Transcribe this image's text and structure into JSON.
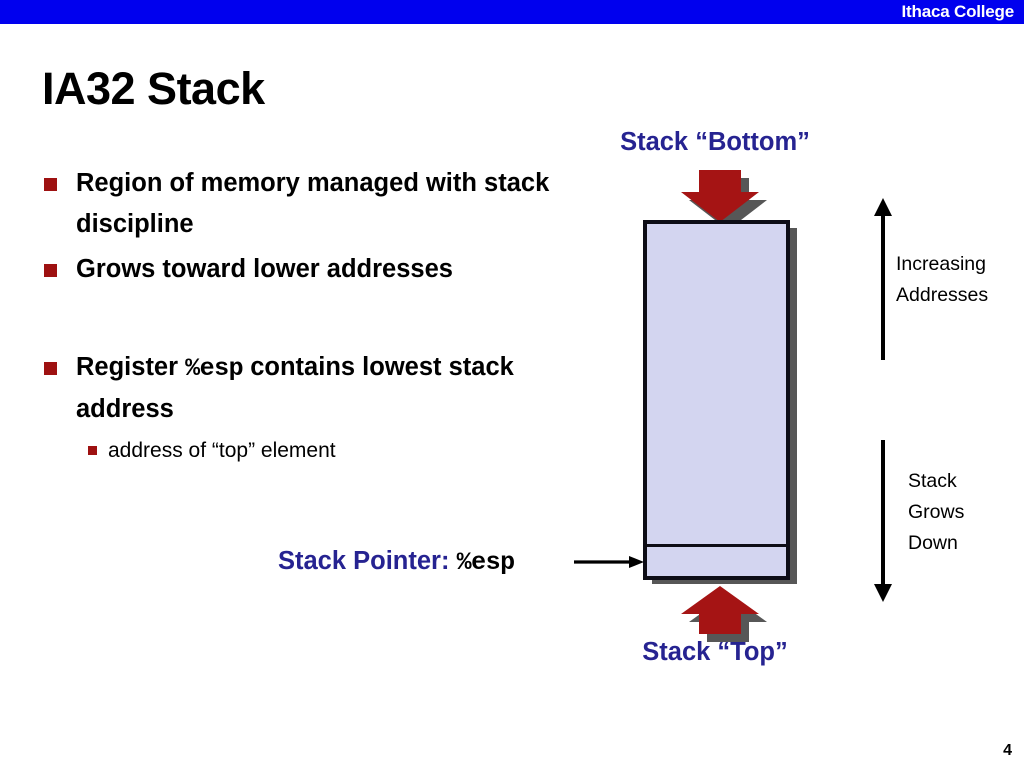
{
  "brand": {
    "name": "Ithaca College",
    "bar_color": "#0000ee",
    "text_color": "#ffffff"
  },
  "slide": {
    "title": "IA32 Stack",
    "page_number": "4"
  },
  "bullets": [
    {
      "text": "Region of memory managed with stack discipline",
      "marker": "square-bullet-red"
    },
    {
      "text": "Grows toward lower addresses",
      "marker": "square-bullet-red"
    },
    {
      "prefix": "Register ",
      "code": "%esp",
      "suffix": " contains lowest  stack address",
      "marker": "square-bullet-red",
      "sub": "address of “top” element"
    }
  ],
  "diagram": {
    "label_bottom": "Stack “Bottom”",
    "label_top": "Stack “Top”",
    "pointer_label": "Stack Pointer:",
    "pointer_code": "%esp",
    "axis_up_label": "Increasing\nAddresses",
    "axis_up_line1": "Increasing",
    "axis_up_line2": "Addresses",
    "axis_down_line1": "Stack",
    "axis_down_line2": "Grows",
    "axis_down_line3": "Down",
    "colors": {
      "stack_fill": "#d3d5f0",
      "stack_border": "#0d0d16",
      "stack_shadow": "#575757",
      "arrow_red": "#a51414",
      "arrow_shadow": "#575757",
      "label_blue": "#262391",
      "bullet_red": "#9e1111"
    }
  }
}
